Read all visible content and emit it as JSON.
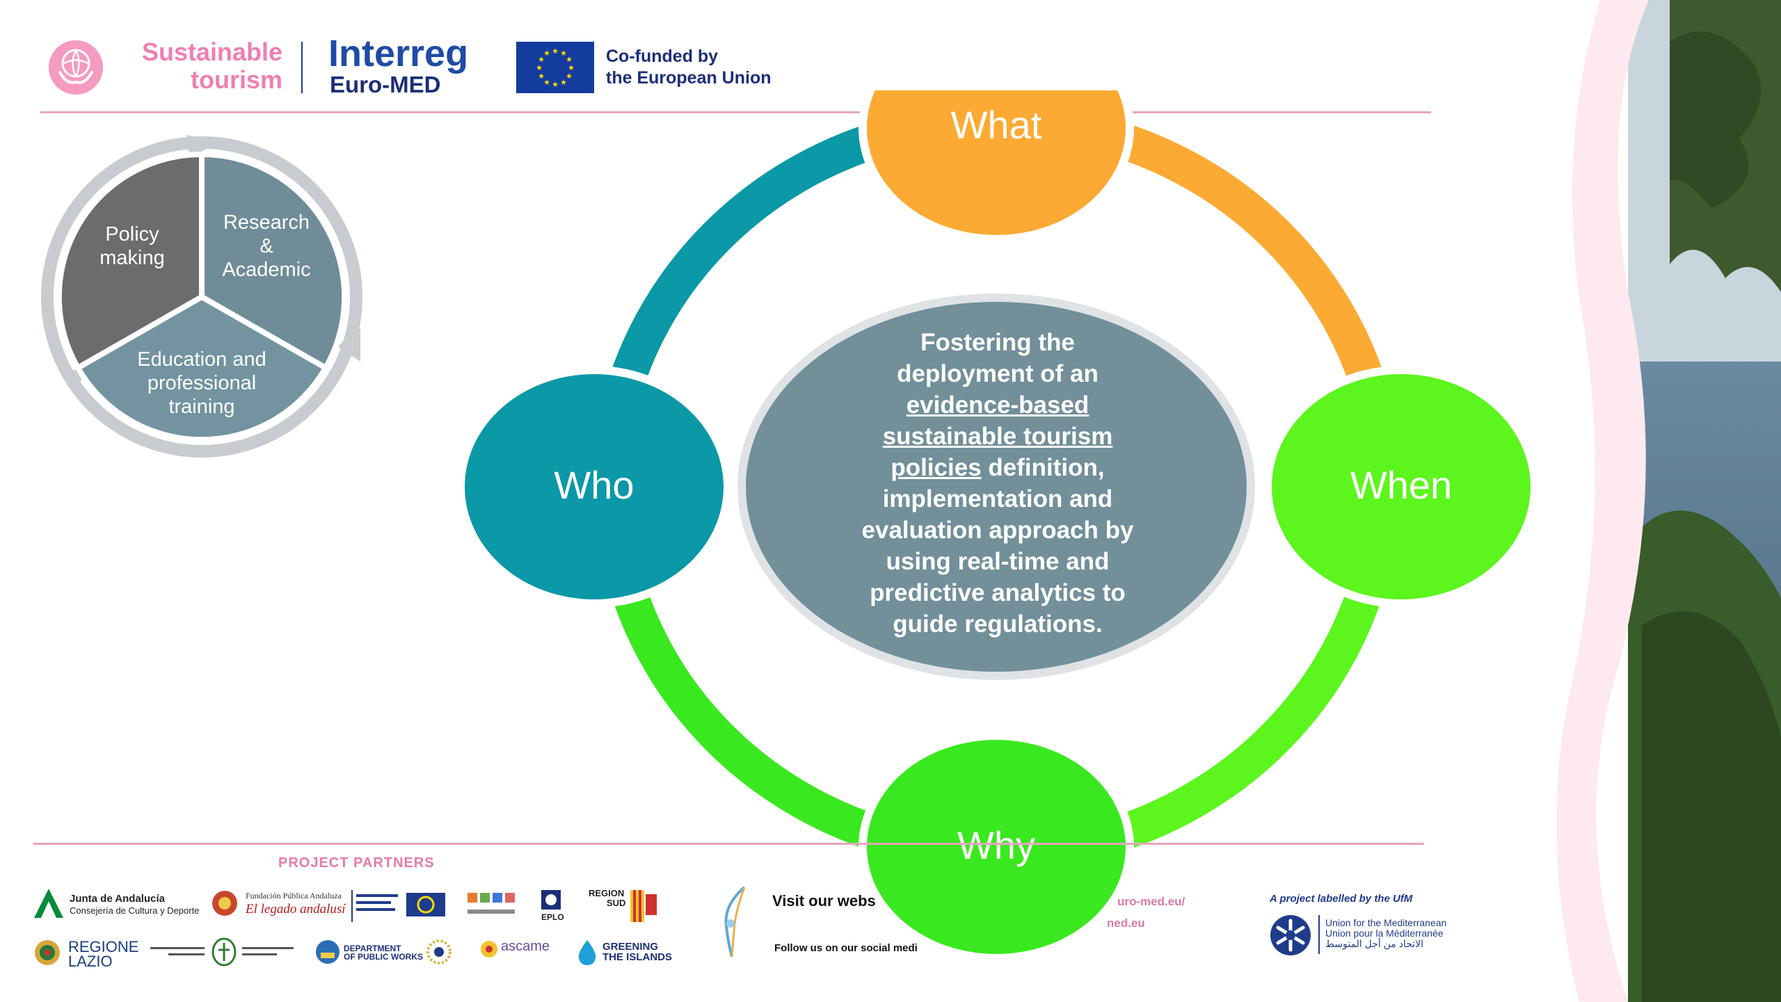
{
  "header": {
    "brand_line1": "Sustainable",
    "brand_line2": "tourism",
    "interreg_title": "Interreg",
    "interreg_sub": "Euro-MED",
    "cofunded_line1": "Co-funded by",
    "cofunded_line2": "the European Union"
  },
  "cycle": {
    "segments": [
      {
        "label_lines": [
          "Policy",
          "making"
        ]
      },
      {
        "label_lines": [
          "Research",
          "&",
          "Academic"
        ]
      },
      {
        "label_lines": [
          "Education and",
          "professional",
          "training"
        ]
      }
    ]
  },
  "diagram": {
    "nodes": [
      {
        "key": "what",
        "label": "What",
        "color": "#fcaa33"
      },
      {
        "key": "when",
        "label": "When",
        "color": "#5cf51d"
      },
      {
        "key": "why",
        "label": "Why",
        "color": "#3ae81f"
      },
      {
        "key": "who",
        "label": "Who",
        "color": "#0b98a7"
      }
    ],
    "center": {
      "text_line1": "Fostering the",
      "text_line2": "deployment of an",
      "text_link1": "evidence-based",
      "text_link2": "sustainable tourism",
      "text_link3": "policies",
      "text_after_link": " definition,",
      "text_line6": "implementation and",
      "text_line7": "evaluation approach by",
      "text_line8": "using real-time and",
      "text_line9": "predictive analytics to",
      "text_line10": "guide regulations.",
      "color": "#728f9a"
    }
  },
  "footer": {
    "partners_heading": "PROJECT PARTNERS",
    "junta_name": "Junta de Andalucía",
    "junta_sub": "Consejería de Cultura y Deporte",
    "fundacion_name": "Fundación Pública Andaluza",
    "fundacion_sub": "El legado andalusí",
    "regione_line1": "REGIONE",
    "regione_line2": "LAZIO",
    "dept_line1": "DEPARTMENT",
    "dept_line2": "OF PUBLIC WORKS",
    "ascame": "ascame",
    "greening_line1": "GREENING",
    "greening_line2": "THE ISLANDS",
    "eplo": "EPLO",
    "region_sud_line1": "REGION",
    "region_sud_line2": "SUD",
    "visit_text": "Visit our webs",
    "url1": "uro-med.eu/",
    "url2": "ned.eu",
    "follow_text": "Follow us on our social medi",
    "ufm_title": "A project labelled by the UfM",
    "ufm_line1": "Union for the Mediterranean",
    "ufm_line2": "Union pour la Méditerranée",
    "ufm_line3": "الاتحاد من أجل المتوسط"
  }
}
